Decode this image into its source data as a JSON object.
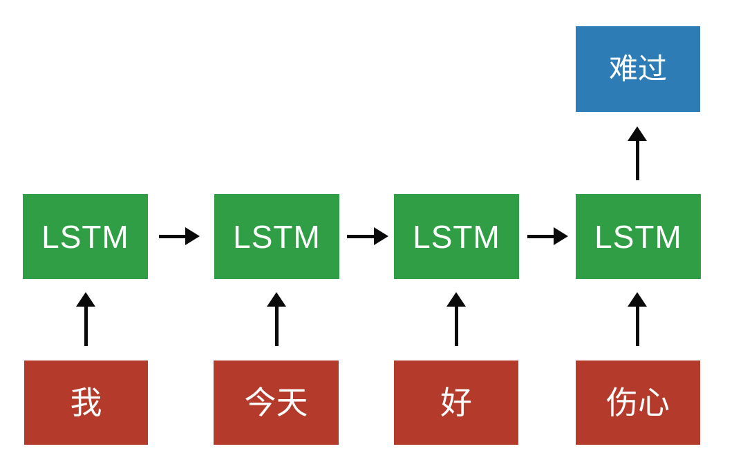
{
  "colors": {
    "lstm_box": "#2f9e44",
    "input_box": "#b43b2b",
    "output_box": "#2d7cb5",
    "arrow": "#0a0a0a",
    "box_text": "#ffffff",
    "background": "#ffffff"
  },
  "diagram": {
    "type": "flow",
    "lstm_nodes": [
      {
        "label": "LSTM"
      },
      {
        "label": "LSTM"
      },
      {
        "label": "LSTM"
      },
      {
        "label": "LSTM"
      }
    ],
    "input_nodes": [
      {
        "label": "我"
      },
      {
        "label": "今天"
      },
      {
        "label": "好"
      },
      {
        "label": "伤心"
      }
    ],
    "output_node": {
      "label": "难过"
    },
    "connections": [
      {
        "from": "我",
        "to": "LSTM-1",
        "direction": "up"
      },
      {
        "from": "今天",
        "to": "LSTM-2",
        "direction": "up"
      },
      {
        "from": "好",
        "to": "LSTM-3",
        "direction": "up"
      },
      {
        "from": "伤心",
        "to": "LSTM-4",
        "direction": "up"
      },
      {
        "from": "LSTM-1",
        "to": "LSTM-2",
        "direction": "right"
      },
      {
        "from": "LSTM-2",
        "to": "LSTM-3",
        "direction": "right"
      },
      {
        "from": "LSTM-3",
        "to": "LSTM-4",
        "direction": "right"
      },
      {
        "from": "LSTM-4",
        "to": "难过",
        "direction": "up"
      }
    ]
  }
}
